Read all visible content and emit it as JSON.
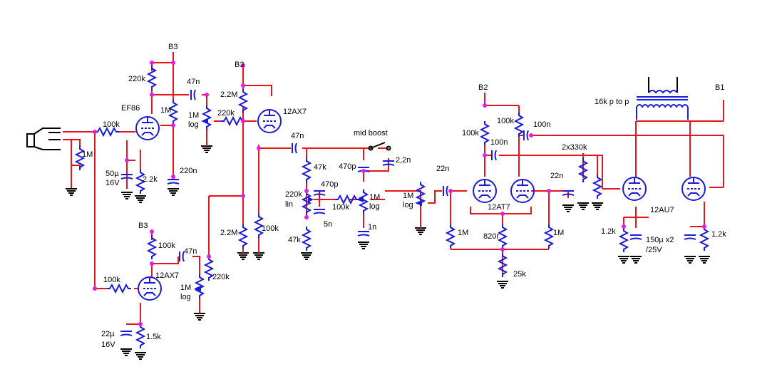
{
  "labels": {
    "b1": "B1",
    "b2": "B2",
    "b3": "B3",
    "r220k": "220k",
    "c47n": "47n",
    "r1m": "1M",
    "log": "log",
    "lin": "lin",
    "ef86": "EF86",
    "r100k": "100k",
    "r2_2m": "2.2M",
    "t12ax7": "12AX7",
    "c50u": "50µ",
    "v16": "16V",
    "r2_2k": "2.2k",
    "c220n": "220n",
    "r47k": "47k",
    "c470p": "470p",
    "c5n": "5n",
    "mid_boost": "mid boost",
    "c2_2n": "2,2n",
    "c1n": "1n",
    "c22n": "22n",
    "c100n": "100n",
    "r2x330k": "2x330k",
    "t12at7": "12AT7",
    "r820r": "820r",
    "r25k": "25k",
    "ot": "16k p to p",
    "t12au7": "12AU7",
    "r1_2k": "1.2k",
    "c150u": "150µ x2",
    "v25": "/25V",
    "c22u": "22µ",
    "r1_5k": "1.5k"
  }
}
